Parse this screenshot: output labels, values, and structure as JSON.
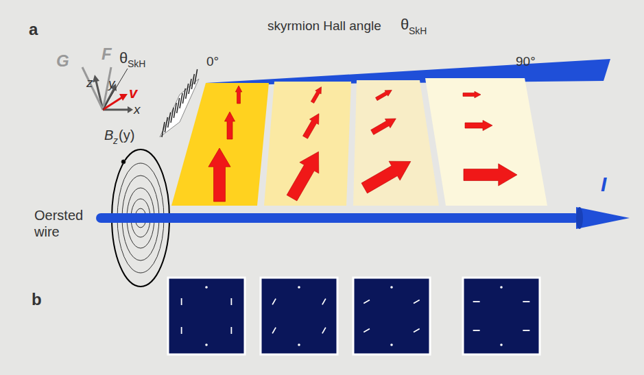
{
  "diagram": {
    "labels": [
      "a",
      "skyrmion Hall angle",
      "θ",
      "SkH",
      "G",
      "F",
      "z",
      "y",
      "θ",
      "SkH",
      "v",
      "x",
      "0°",
      "90°",
      "B",
      "z",
      "(y)",
      "Oersted wire",
      "I",
      "b"
    ]
  }
}
